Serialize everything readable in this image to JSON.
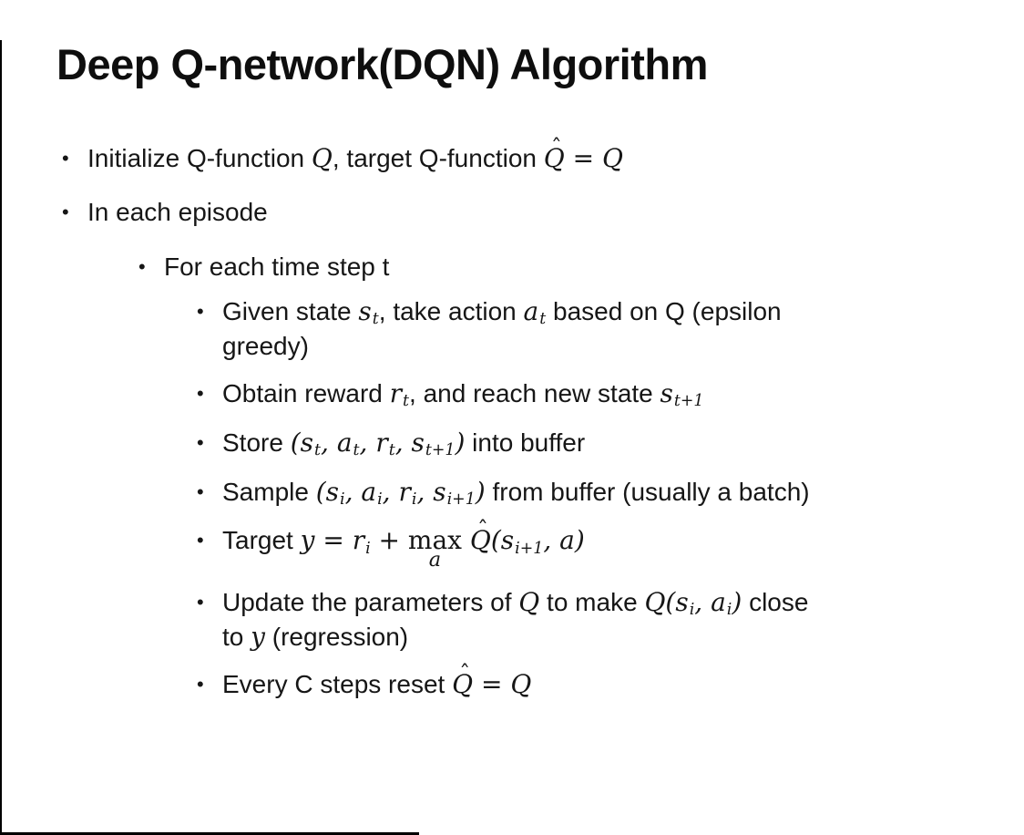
{
  "slide": {
    "title": "Deep Q-network(DQN) Algorithm",
    "bullet_glyph": "•",
    "math_marks": {
      "hat": "ˆ"
    },
    "bullets": [
      {
        "level": 1,
        "segments": [
          {
            "type": "t",
            "text": "Initialize Q-function "
          },
          {
            "type": "m",
            "text": "Q"
          },
          {
            "type": "t",
            "text": ", target Q-function "
          },
          {
            "type": "m",
            "text": "Q",
            "hat": true
          },
          {
            "type": "m",
            "text": " = "
          },
          {
            "type": "m",
            "text": "Q"
          }
        ]
      },
      {
        "level": 1,
        "segments": [
          {
            "type": "t",
            "text": "In each episode"
          }
        ]
      },
      {
        "level": 2,
        "segments": [
          {
            "type": "t",
            "text": "For each time step t"
          }
        ]
      },
      {
        "level": 3,
        "segments": [
          {
            "type": "t",
            "text": "Given state "
          },
          {
            "type": "m",
            "text": "s",
            "sub": "t"
          },
          {
            "type": "t",
            "text": ", take action "
          },
          {
            "type": "m",
            "text": "a",
            "sub": "t"
          },
          {
            "type": "t",
            "text": " based on Q (epsilon"
          },
          {
            "type": "br"
          },
          {
            "type": "t",
            "text": "greedy)"
          }
        ]
      },
      {
        "level": 3,
        "segments": [
          {
            "type": "t",
            "text": "Obtain reward "
          },
          {
            "type": "m",
            "text": "r",
            "sub": "t"
          },
          {
            "type": "t",
            "text": ", and reach new state "
          },
          {
            "type": "m",
            "text": "s",
            "sub": "t+1"
          }
        ]
      },
      {
        "level": 3,
        "segments": [
          {
            "type": "t",
            "text": "Store "
          },
          {
            "type": "m",
            "text": "("
          },
          {
            "type": "m",
            "text": "s",
            "sub": "t"
          },
          {
            "type": "m",
            "text": ", "
          },
          {
            "type": "m",
            "text": "a",
            "sub": "t"
          },
          {
            "type": "m",
            "text": ", "
          },
          {
            "type": "m",
            "text": "r",
            "sub": "t"
          },
          {
            "type": "m",
            "text": ", "
          },
          {
            "type": "m",
            "text": "s",
            "sub": "t+1"
          },
          {
            "type": "m",
            "text": ")"
          },
          {
            "type": "t",
            "text": " into buffer"
          }
        ]
      },
      {
        "level": 3,
        "segments": [
          {
            "type": "t",
            "text": "Sample "
          },
          {
            "type": "m",
            "text": "("
          },
          {
            "type": "m",
            "text": "s",
            "sub": "i"
          },
          {
            "type": "m",
            "text": ", "
          },
          {
            "type": "m",
            "text": "a",
            "sub": "i"
          },
          {
            "type": "m",
            "text": ", "
          },
          {
            "type": "m",
            "text": "r",
            "sub": "i"
          },
          {
            "type": "m",
            "text": ", "
          },
          {
            "type": "m",
            "text": "s",
            "sub": "i+1"
          },
          {
            "type": "m",
            "text": ")"
          },
          {
            "type": "t",
            "text": " from buffer (usually a batch)"
          }
        ]
      },
      {
        "level": 3,
        "segments": [
          {
            "type": "t",
            "text": "Target "
          },
          {
            "type": "m",
            "text": "y"
          },
          {
            "type": "m",
            "text": " = "
          },
          {
            "type": "m",
            "text": "r",
            "sub": "i"
          },
          {
            "type": "m",
            "text": " + "
          },
          {
            "type": "max",
            "text": "max",
            "under": "a"
          },
          {
            "type": "m",
            "text": " "
          },
          {
            "type": "m",
            "text": "Q",
            "hat": true
          },
          {
            "type": "m",
            "text": "("
          },
          {
            "type": "m",
            "text": "s",
            "sub": "i+1"
          },
          {
            "type": "m",
            "text": ", "
          },
          {
            "type": "m",
            "text": "a"
          },
          {
            "type": "m",
            "text": ")"
          }
        ]
      },
      {
        "level": 3,
        "segments": [
          {
            "type": "t",
            "text": "Update the parameters of "
          },
          {
            "type": "m",
            "text": "Q"
          },
          {
            "type": "t",
            "text": " to make "
          },
          {
            "type": "m",
            "text": "Q"
          },
          {
            "type": "m",
            "text": "("
          },
          {
            "type": "m",
            "text": "s",
            "sub": "i"
          },
          {
            "type": "m",
            "text": ", "
          },
          {
            "type": "m",
            "text": "a",
            "sub": "i"
          },
          {
            "type": "m",
            "text": ")"
          },
          {
            "type": "t",
            "text": " close"
          },
          {
            "type": "br"
          },
          {
            "type": "t",
            "text": "to "
          },
          {
            "type": "m",
            "text": "y"
          },
          {
            "type": "t",
            "text": " (regression)"
          }
        ]
      },
      {
        "level": 3,
        "segments": [
          {
            "type": "t",
            "text": "Every C steps reset "
          },
          {
            "type": "m",
            "text": "Q",
            "hat": true
          },
          {
            "type": "m",
            "text": " = "
          },
          {
            "type": "m",
            "text": "Q"
          }
        ]
      }
    ]
  }
}
